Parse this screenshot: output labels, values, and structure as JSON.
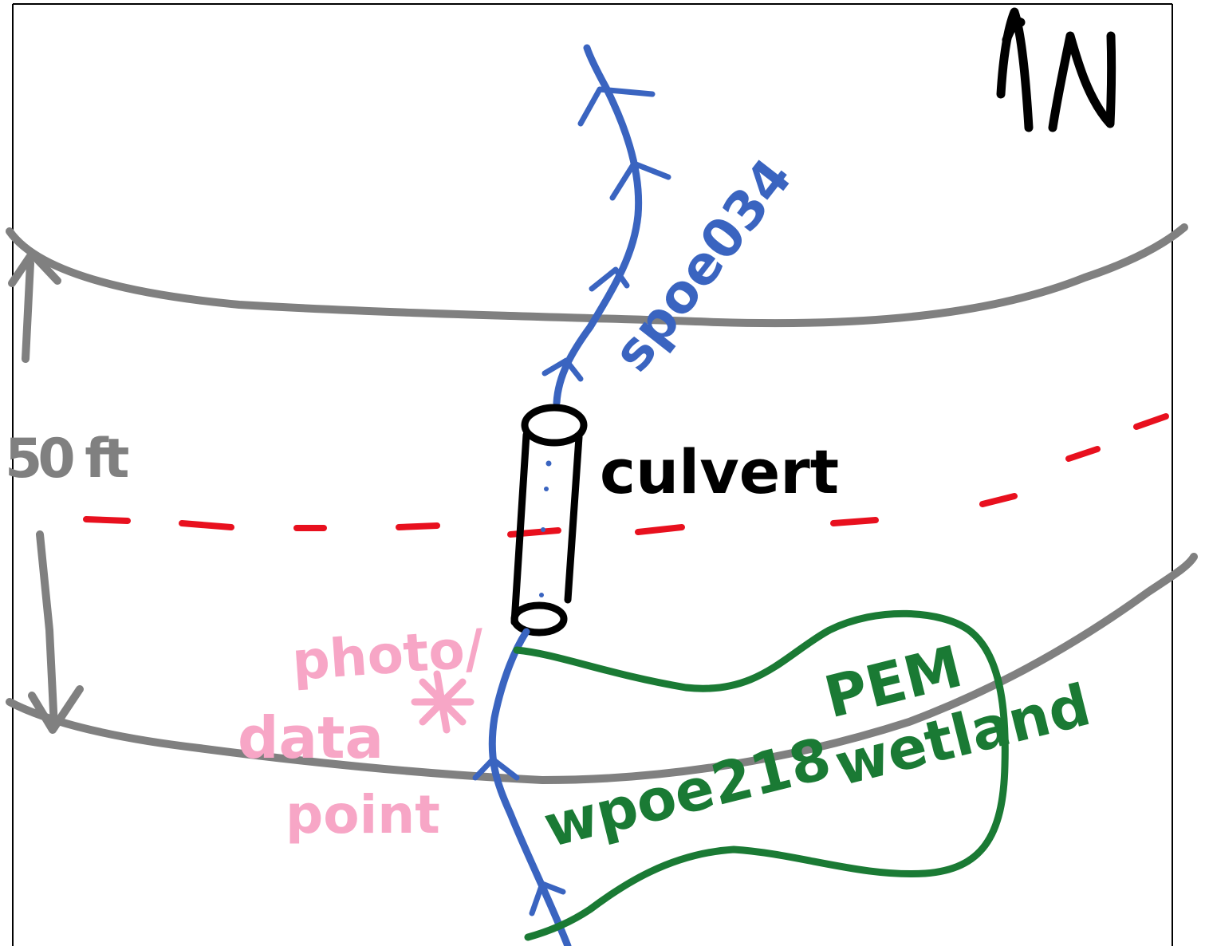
{
  "labels": {
    "north": "N",
    "distance": "50 ft",
    "culvert": "culvert",
    "stream": "spoe034",
    "photo_point_line1": "photo/",
    "photo_point_line2": "data",
    "photo_point_line3": "point",
    "wetland_line1": "PEM",
    "wetland_line2": "wetland",
    "wetland_id": "wpoe218"
  },
  "colors": {
    "frame": "#000000",
    "road_edge": "#808080",
    "centerline": "#e8101e",
    "stream": "#3a64c0",
    "culvert": "#000000",
    "wetland": "#1a7a34",
    "photo_point": "#f7a6c6",
    "north_arrow": "#000000"
  },
  "icons": {
    "north_arrow": "north-arrow-icon",
    "photo_point": "asterisk-star-icon"
  }
}
